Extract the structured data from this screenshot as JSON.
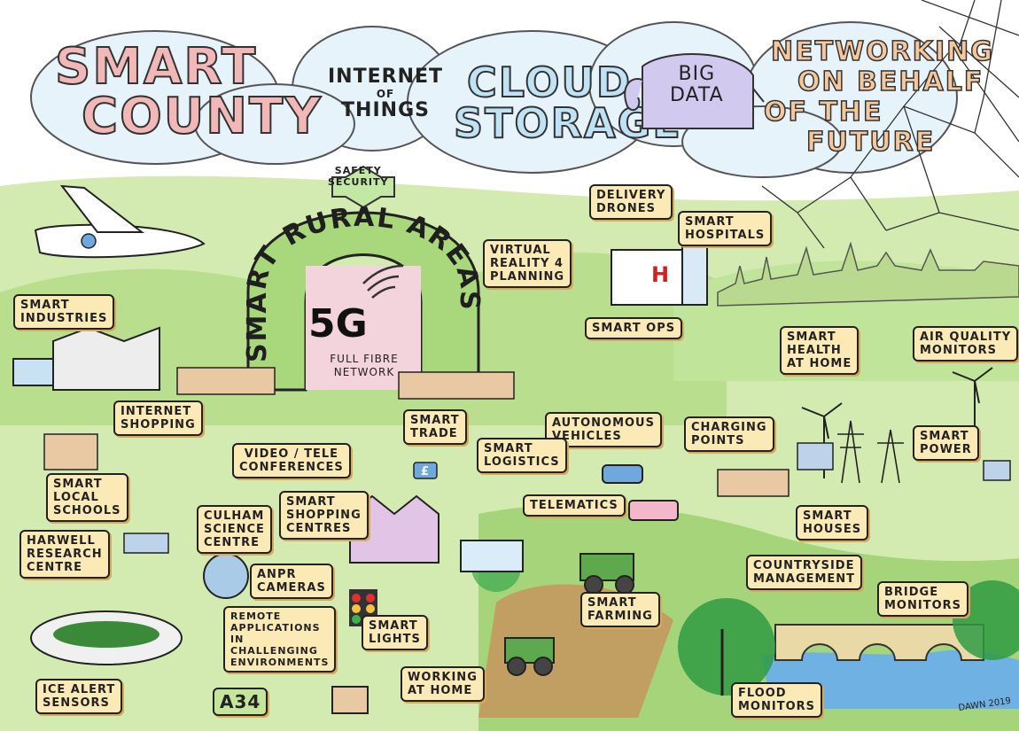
{
  "colors": {
    "cloud": "#e6f3fb",
    "grass": "#c5e59a",
    "hill": "#a9d77b",
    "label_bg": "#fbe9b6",
    "title_pink": "#f2b7b7",
    "title_orange": "#f5c79a",
    "cloud_text": "#bfe3f5",
    "network": "#333333"
  },
  "header": {
    "smart_county": [
      "SMART",
      "COUNTY"
    ],
    "internet_of_things": [
      "INTERNET",
      "OF",
      "THINGS"
    ],
    "cloud_storage": [
      "CLOUD",
      "STORAGE"
    ],
    "big_data": [
      "BIG",
      "DATA"
    ],
    "networking": [
      "NETWORKING",
      "ON BEHALF",
      "OF THE",
      "FUTURE"
    ]
  },
  "center": {
    "arch_text": "SMART RURAL AREAS",
    "five_g": "5G",
    "fibre": [
      "FULL FIBRE",
      "NETWORK"
    ],
    "safety": [
      "SAFETY",
      "SECURITY"
    ]
  },
  "labels": {
    "delivery_drones": [
      "DELIVERY",
      "DRONES"
    ],
    "smart_hospitals": [
      "SMART",
      "HOSPITALS"
    ],
    "virtual_reality": [
      "VIRTUAL",
      "REALITY 4",
      "PLANNING"
    ],
    "smart_industries": [
      "SMART",
      "INDUSTRIES"
    ],
    "smart_ops": [
      "SMART OPS"
    ],
    "smart_health": [
      "SMART",
      "HEALTH",
      "AT HOME"
    ],
    "air_quality": [
      "AIR QUALITY",
      "MONITORS"
    ],
    "internet_shopping": [
      "INTERNET",
      "SHOPPING"
    ],
    "smart_trade": [
      "SMART",
      "TRADE"
    ],
    "autonomous_vehicles": [
      "AUTONOMOUS",
      "VEHICLES"
    ],
    "charging_points": [
      "CHARGING",
      "POINTS"
    ],
    "video_conferences": [
      "VIDEO / TELE",
      "CONFERENCES"
    ],
    "smart_logistics": [
      "SMART",
      "LOGISTICS"
    ],
    "smart_power": [
      "SMART",
      "POWER"
    ],
    "smart_local_schools": [
      "SMART",
      "LOCAL",
      "SCHOOLS"
    ],
    "smart_shopping": [
      "SMART",
      "SHOPPING",
      "CENTRES"
    ],
    "telematics": [
      "TELEMATICS"
    ],
    "culham": [
      "CULHAM",
      "SCIENCE",
      "CENTRE"
    ],
    "smart_houses": [
      "SMART",
      "HOUSES"
    ],
    "harwell": [
      "HARWELL",
      "RESEARCH",
      "CENTRE"
    ],
    "countryside": [
      "COUNTRYSIDE",
      "MANAGEMENT"
    ],
    "anpr": [
      "ANPR",
      "CAMERAS"
    ],
    "bridge_monitors": [
      "BRIDGE",
      "MONITORS"
    ],
    "smart_farming": [
      "SMART",
      "FARMING"
    ],
    "remote_applications": [
      "REMOTE",
      "APPLICATIONS",
      "IN",
      "CHALLENGING",
      "ENVIRONMENTS"
    ],
    "smart_lights": [
      "SMART",
      "LIGHTS"
    ],
    "working_at_home": [
      "WORKING",
      "AT HOME"
    ],
    "ice_alert": [
      "ICE ALERT",
      "SENSORS"
    ],
    "a34": "A34",
    "flood_monitors": [
      "FLOOD",
      "MONITORS"
    ]
  },
  "signature": "DAWN 2019",
  "hospital_letter": "H",
  "logistics_sign": "£"
}
